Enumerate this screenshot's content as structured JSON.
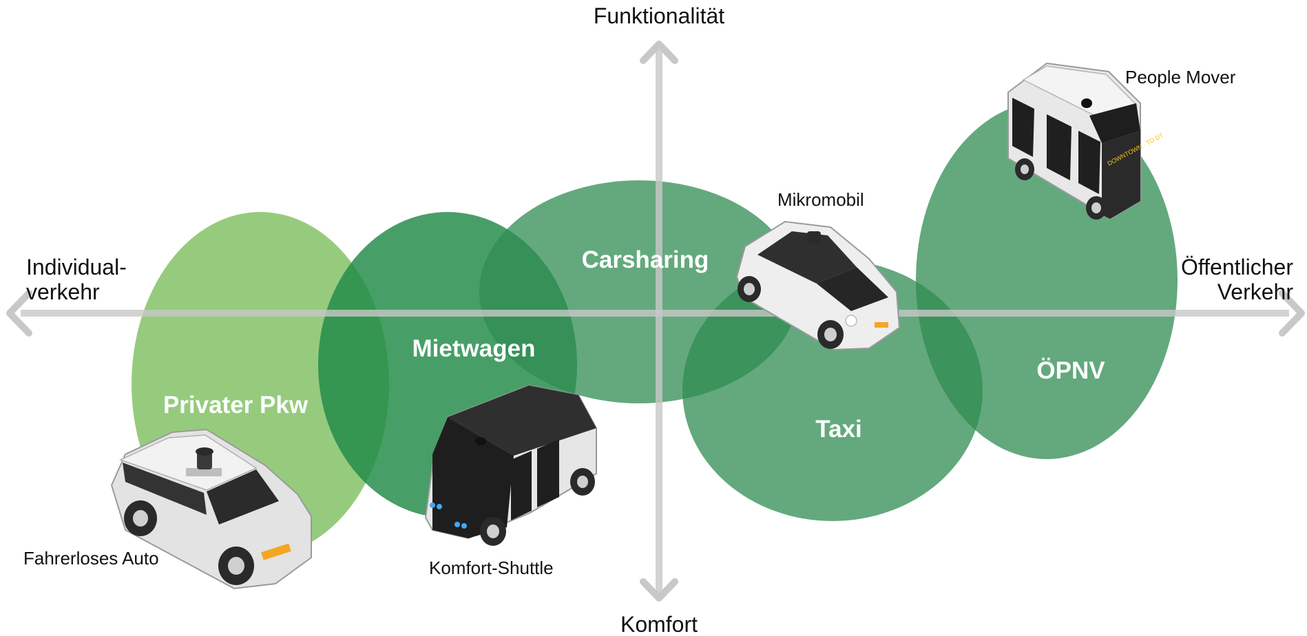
{
  "axes": {
    "top": "Funktionalität",
    "bottom": "Komfort",
    "left": [
      "Individual-",
      "verkehr"
    ],
    "right": [
      "Öffentlicher",
      "Verkehr"
    ]
  },
  "zones": {
    "privater_pkw": "Privater Pkw",
    "mietwagen": "Mietwagen",
    "carsharing": "Carsharing",
    "taxi": "Taxi",
    "oepnv": "ÖPNV"
  },
  "vehicles": {
    "fahrerloses_auto": "Fahrerloses Auto",
    "komfort_shuttle": "Komfort-Shuttle",
    "mikromobil": "Mikromobil",
    "people_mover": "People Mover"
  },
  "people_mover_sign": "DOWNTOWN · TO DT",
  "colors": {
    "axis": "#c8c8c8",
    "light_green": "#7fc062",
    "dark_green": "#1f8a45",
    "mid_green": "#2f8c52"
  }
}
